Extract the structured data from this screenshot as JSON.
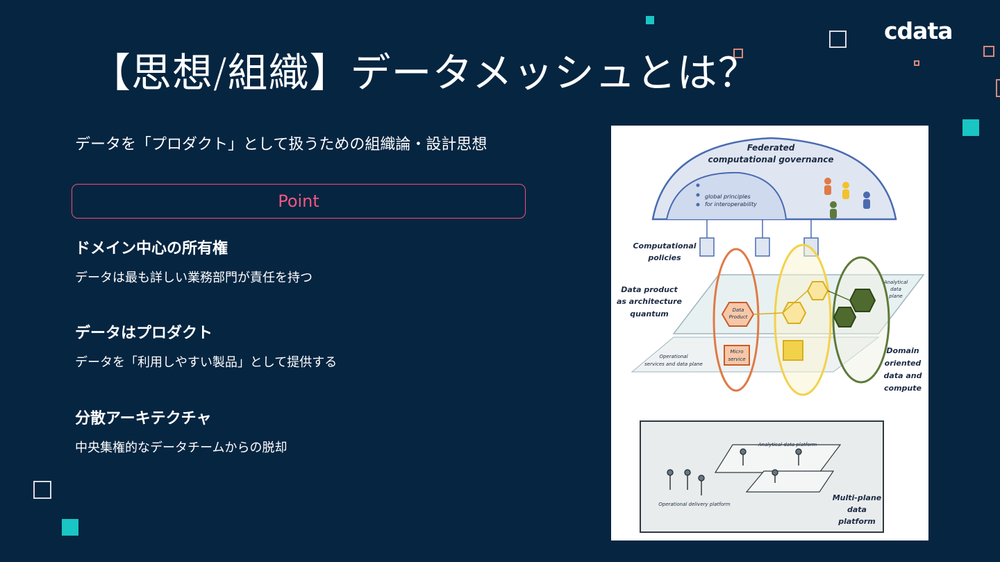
{
  "slide": {
    "title": "【思想/組織】データメッシュとは？",
    "subtitle": "データを「プロダクト」として扱うための組織論・設計思想",
    "point_label": "Point",
    "logo_text": "cdata",
    "items": [
      {
        "heading": "ドメイン中心の所有権",
        "description": "データは最も詳しい業務部門が責任を持つ"
      },
      {
        "heading": "データはプロダクト",
        "description": "データを「利用しやすい製品」として提供する"
      },
      {
        "heading": "分散アーキテクチャ",
        "description": "中央集権的なデータチームからの脱却"
      }
    ]
  },
  "figure": {
    "governance_title_1": "Federated",
    "governance_title_2": "computational governance",
    "global_principles_1": "global principles",
    "global_principles_2": "for interoperability",
    "policies_1": "Computational",
    "policies_2": "policies",
    "data_product_1": "Data product",
    "data_product_2": "as architecture",
    "data_product_3": "quantum",
    "analytical_plane_1": "Analytical",
    "analytical_plane_2": "data",
    "analytical_plane_3": "plane",
    "data_node_1": "Data",
    "data_node_2": "Product",
    "micro_node_1": "Micro",
    "micro_node_2": "service",
    "operational_1": "Operational",
    "operational_2": "services and data plane",
    "domain_1": "Domain",
    "domain_2": "oriented",
    "domain_3": "data and",
    "domain_4": "compute",
    "analytical_platform": "Analytical data platform",
    "operational_platform": "Operational delivery platform",
    "multiplane_1": "Multi-plane",
    "multiplane_2": "data",
    "multiplane_3": "platform"
  },
  "colors": {
    "background": "#052541",
    "accent_pink": "#f0577f",
    "accent_teal": "#19c6c3",
    "domain_orange": "#e07a45",
    "domain_yellow": "#f2d24b",
    "domain_green": "#5e7a3a"
  }
}
